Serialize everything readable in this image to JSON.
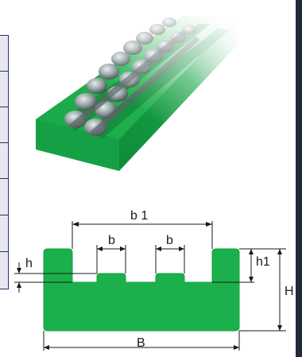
{
  "dimensions": {
    "b1": "b 1",
    "b_left": "b",
    "b_right": "b",
    "h": "h",
    "h1": "h1",
    "H": "H",
    "B": "B"
  },
  "colors": {
    "profile_green": "#1bb04c",
    "profile_dark": "#0f8a3a",
    "chain_metal": "#7c8a8c",
    "table_border": "#2b2f6a"
  }
}
